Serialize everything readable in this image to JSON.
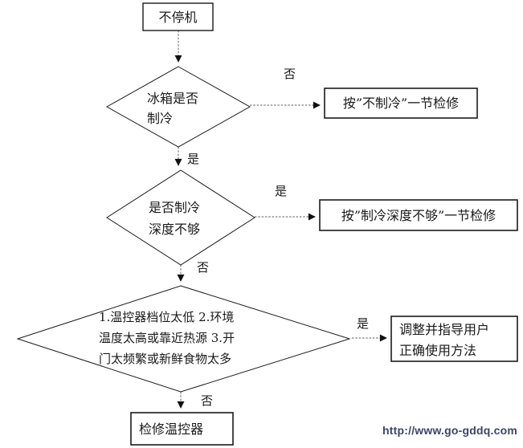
{
  "flowchart": {
    "start": {
      "label": "不停机"
    },
    "decisions": [
      {
        "label": "冰箱是否\n制冷"
      },
      {
        "label": "是否制冷\n深度不够"
      },
      {
        "label": "1.温控器档位太低 2.环境\n温度太高或靠近热源 3.开\n门太频繁或新鲜食物太多"
      }
    ],
    "actions": [
      {
        "label": "按”不制冷”一节检修"
      },
      {
        "label": "按”制冷深度不够”一节检修"
      },
      {
        "label": "调整并指导用户\n正确使用方法"
      },
      {
        "label": "检修温控器"
      }
    ],
    "edge_labels": {
      "no1": "否",
      "yes1": "是",
      "yes2": "是",
      "no2": "否",
      "yes3": "是",
      "no3": "否"
    },
    "line_color": "#7d7d7d",
    "shape_border_color": "#1a1a1a",
    "arrowhead_color": "#111111"
  },
  "footer": {
    "url": "http://www.go-gddq.com",
    "url_color": "#3b4565"
  }
}
